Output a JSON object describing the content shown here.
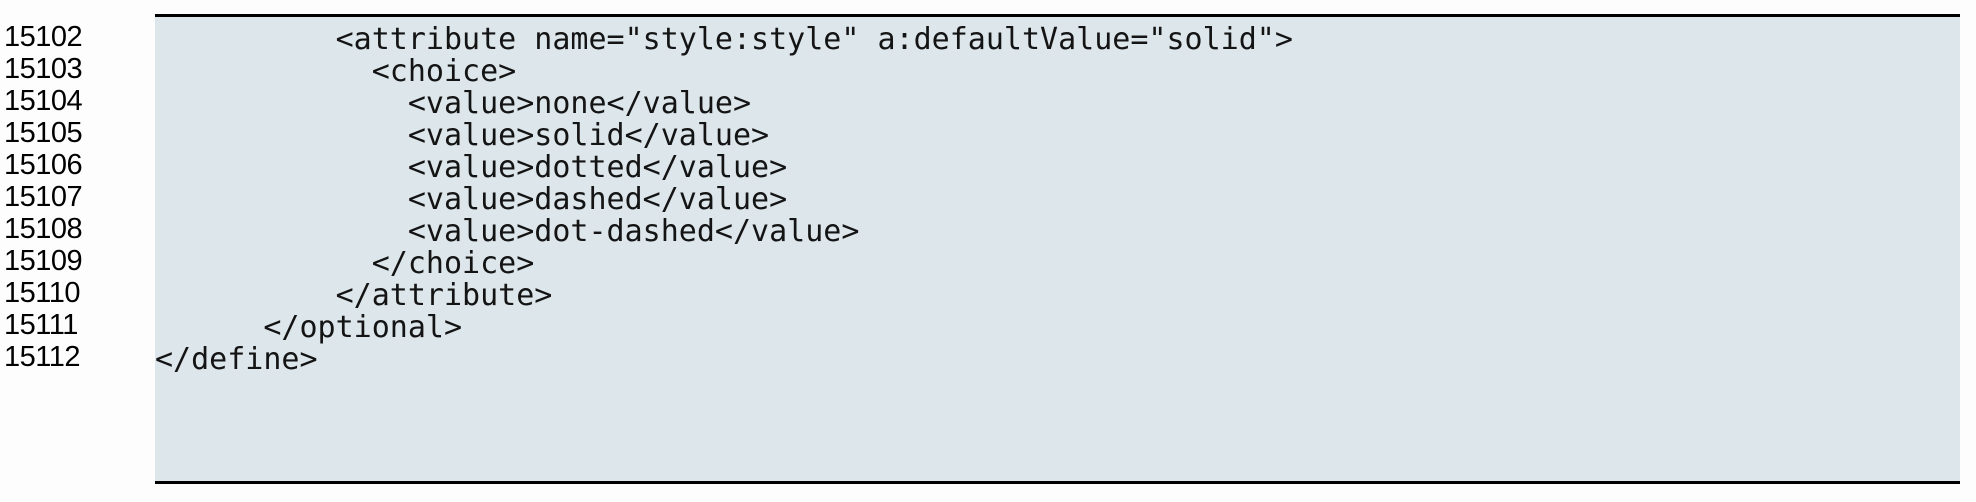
{
  "listing": {
    "language": "relaxng-xml",
    "background_color": "#dce6eb",
    "text_color": "#141414",
    "border_color": "#000000",
    "page_background": "#fdfdfd",
    "first_line_number": 15102,
    "last_line_number": 15112,
    "lines": [
      {
        "number": "15102",
        "code": "          <attribute name=\"style:style\" a:defaultValue=\"solid\">"
      },
      {
        "number": "15103",
        "code": "            <choice>"
      },
      {
        "number": "15104",
        "code": "              <value>none</value>"
      },
      {
        "number": "15105",
        "code": "              <value>solid</value>"
      },
      {
        "number": "15106",
        "code": "              <value>dotted</value>"
      },
      {
        "number": "15107",
        "code": "              <value>dashed</value>"
      },
      {
        "number": "15108",
        "code": "              <value>dot-dashed</value>"
      },
      {
        "number": "15109",
        "code": "            </choice>"
      },
      {
        "number": "15110",
        "code": "          </attribute>"
      },
      {
        "number": "15111",
        "code": "      </optional>"
      },
      {
        "number": "15112",
        "code": "</define>"
      }
    ]
  }
}
